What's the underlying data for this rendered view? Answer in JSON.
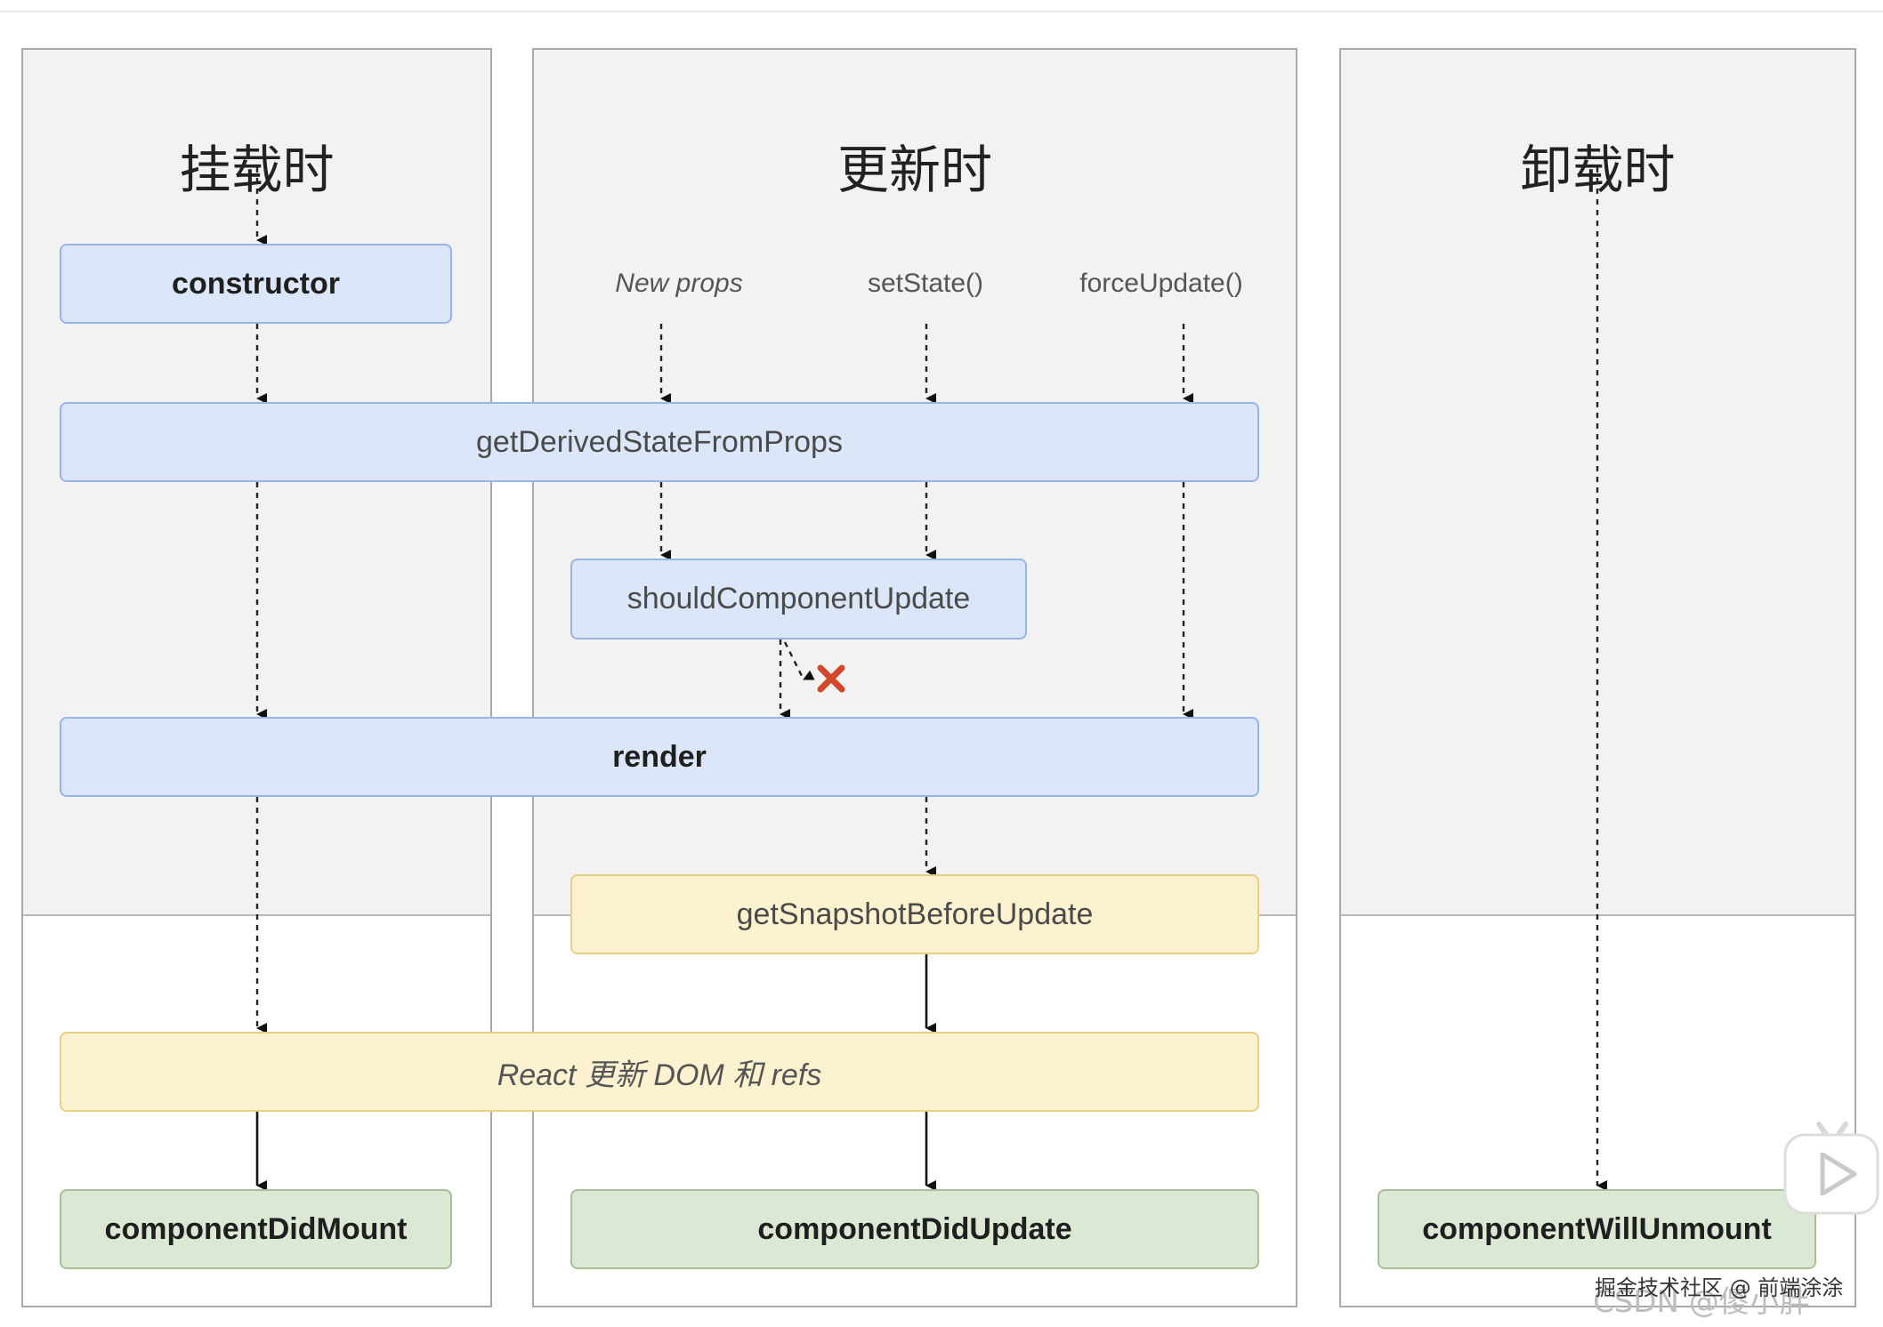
{
  "columns": {
    "mount": {
      "title": "挂载时"
    },
    "update": {
      "title": "更新时"
    },
    "unmount": {
      "title": "卸载时"
    }
  },
  "triggers": {
    "new_props": "New props",
    "set_state": "setState()",
    "force_update": "forceUpdate()"
  },
  "nodes": {
    "constructor": "constructor",
    "get_derived_state": "getDerivedStateFromProps",
    "should_update": "shouldComponentUpdate",
    "render": "render",
    "get_snapshot": "getSnapshotBeforeUpdate",
    "react_updates_dom": "React 更新 DOM 和 refs",
    "did_mount": "componentDidMount",
    "did_update": "componentDidUpdate",
    "will_unmount": "componentWillUnmount"
  },
  "watermark": {
    "text": "掘金技术社区 @ 前端涂涂",
    "faint_text": "CSDN @傻小胖"
  },
  "colors": {
    "render_phase_shade": "#f2f2f2",
    "blue_box": "#dbe7f9",
    "yellow_box": "#fdf2cf",
    "green_box": "#dbe8d4",
    "cancel_mark": "#d2462a"
  }
}
